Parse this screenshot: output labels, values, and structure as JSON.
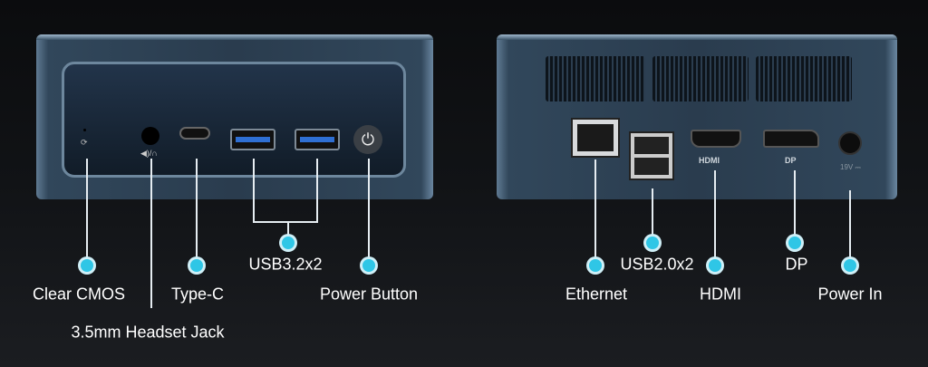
{
  "front": {
    "callouts": [
      {
        "id": "clear-cmos",
        "label": "Clear CMOS"
      },
      {
        "id": "headset-jack",
        "label": "3.5mm Headset Jack"
      },
      {
        "id": "type-c",
        "label": "Type-C"
      },
      {
        "id": "usb32",
        "label": "USB3.2x2"
      },
      {
        "id": "power-button",
        "label": "Power Button"
      }
    ]
  },
  "back": {
    "port_markings": {
      "hdmi": "HDMI",
      "dp": "DP",
      "power": "19V ⎓"
    },
    "callouts": [
      {
        "id": "ethernet",
        "label": "Ethernet"
      },
      {
        "id": "usb20",
        "label": "USB2.0x2"
      },
      {
        "id": "hdmi",
        "label": "HDMI"
      },
      {
        "id": "dp",
        "label": "DP"
      },
      {
        "id": "power-in",
        "label": "Power In"
      }
    ]
  },
  "colors": {
    "accent": "#2fc6e6",
    "chassis": "#2a3c4e"
  }
}
